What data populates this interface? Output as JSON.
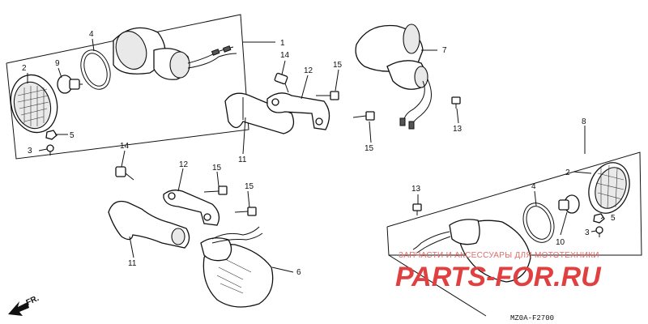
{
  "callouts": {
    "c1": "1",
    "c2a": "2",
    "c2b": "2",
    "c3a": "3",
    "c3b": "3",
    "c4a": "4",
    "c4b": "4",
    "c5a": "5",
    "c5b": "5",
    "c6": "6",
    "c7": "7",
    "c8": "8",
    "c9": "9",
    "c10": "10",
    "c11a": "11",
    "c11b": "11",
    "c12a": "12",
    "c12b": "12",
    "c13a": "13",
    "c13b": "13",
    "c14a": "14",
    "c14b": "14",
    "c15a": "15",
    "c15b": "15",
    "c15c": "15",
    "c15d": "15"
  },
  "watermark": {
    "caption": "ЗАПЧАСТИ И АКСЕССУАРЫ ДЛЯ МОТОТЕХНИКИ",
    "brand": "PARTS-FOR.RU"
  },
  "direction_label": "FR.",
  "drawing_code": "MZ0A-F2700"
}
